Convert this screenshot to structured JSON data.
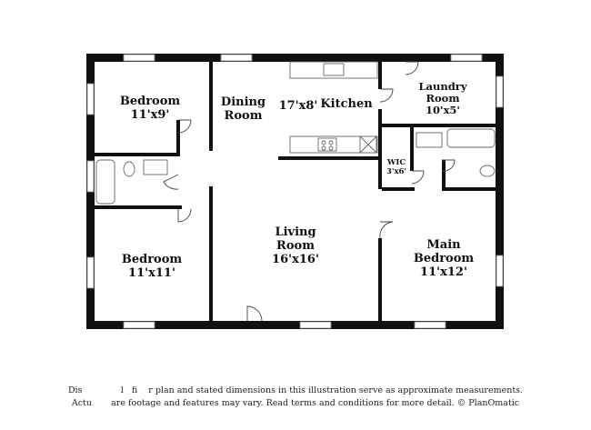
{
  "rooms": {
    "bedroom_top": {
      "name": "Bedroom",
      "dims": "11'x9'"
    },
    "dining": {
      "line1": "Dining",
      "line2": "Room"
    },
    "kitchen": {
      "dims": "17'x8'",
      "name": "Kitchen"
    },
    "laundry": {
      "line1": "Laundry",
      "line2": "Room",
      "dims": "10'x5'"
    },
    "wic": {
      "name": "WIC",
      "dims": "3'x6'"
    },
    "living": {
      "line1": "Living",
      "line2": "Room",
      "dims": "16'x16'"
    },
    "main_bedroom": {
      "line1": "Main",
      "line2": "Bedroom",
      "dims": "11'x12'"
    },
    "bedroom_bottom": {
      "name": "Bedroom",
      "dims": "11'x11'"
    }
  },
  "disclaimer": {
    "line1": "Dis              l   fi    r plan and stated dimensions in this illustration serve as approximate measurements.",
    "line2": "Actu       are footage and features may vary. Read terms and conditions for more detail. © PlanOmatic"
  }
}
